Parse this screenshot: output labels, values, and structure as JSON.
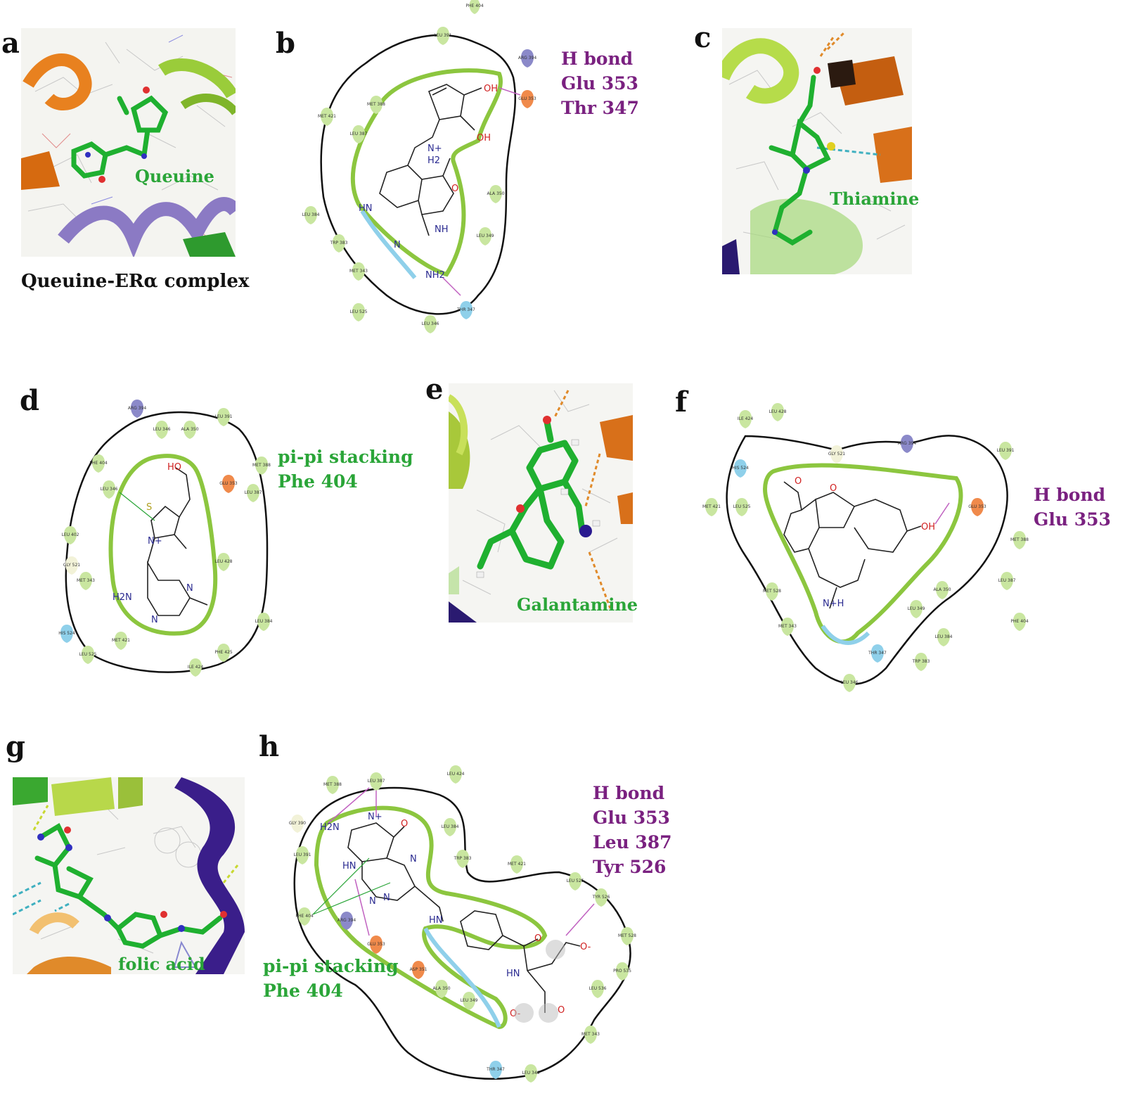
{
  "panels": {
    "a": {
      "letter": "a",
      "ligand": "Queuine",
      "caption": "Queuine-ERα complex"
    },
    "b": {
      "letter": "b",
      "interaction": [
        "H bond",
        "Glu 353",
        "Thr 347"
      ],
      "residues": [
        "PHE 404",
        "LEU 391",
        "ARG 394",
        "MET 388",
        "GLU 353",
        "MET 421",
        "LEU 387",
        "LEU 384",
        "TRP 383",
        "ALA 350",
        "LEU 349",
        "MET 343",
        "THR 347",
        "LEU 525",
        "LEU 346"
      ],
      "atoms": [
        "OH",
        "OH",
        "N+",
        "H2",
        "HN",
        "O",
        "NH",
        "N",
        "NH2"
      ]
    },
    "c": {
      "letter": "c",
      "ligand": "Thiamine"
    },
    "d": {
      "letter": "d",
      "interaction": [
        "pi-pi stacking",
        "Phe 404"
      ],
      "residues": [
        "ARG 394",
        "LEU 391",
        "LEU 346",
        "ALA 350",
        "PHE 404",
        "LEU 346",
        "GLU 353",
        "MET 388",
        "LEU 387",
        "LEU 402",
        "GLY 521",
        "MET 343",
        "LEU 428",
        "LEU 384",
        "HIS 524",
        "LEU 525",
        "MET 421",
        "PHE 425",
        "ILE 424"
      ],
      "atoms": [
        "HO",
        "S",
        "N+",
        "N",
        "H2N",
        "N"
      ]
    },
    "e": {
      "letter": "e",
      "ligand": "Galantamine"
    },
    "f": {
      "letter": "f",
      "interaction": [
        "H bond",
        "Glu 353"
      ],
      "residues": [
        "ILE 424",
        "LEU 428",
        "GLY 521",
        "ARG 394",
        "LEU 391",
        "HIS 524",
        "MET 421",
        "LEU 525",
        "GLU 353",
        "MET 388",
        "LEU 387",
        "MET 528",
        "ALA 350",
        "LEU 349",
        "PHE 404",
        "MET 343",
        "LEU 384",
        "THR 347",
        "TRP 383",
        "LEU 346"
      ],
      "atoms": [
        "O",
        "O",
        "OH",
        "N+H"
      ]
    },
    "g": {
      "letter": "g",
      "ligand": "folic acid"
    },
    "h": {
      "letter": "h",
      "interaction": [
        "H bond",
        "Glu 353",
        "Leu 387",
        "Tyr 526"
      ],
      "interaction2": [
        "pi-pi stacking",
        "Phe 404"
      ],
      "residues": [
        "LEU 424",
        "MET 388",
        "LEU 387",
        "GLY 390",
        "LEU 384",
        "LEU 391",
        "TRP 383",
        "MET 421",
        "LEU 525",
        "TYR 526",
        "PHE 404",
        "ARG 394",
        "GLU 353",
        "MET 528",
        "ASP 351",
        "PRO 535",
        "ALA 350",
        "LEU 536",
        "LEU 349",
        "MET 343",
        "THR 347",
        "LEU 346"
      ],
      "atoms": [
        "H2N",
        "N+",
        "O",
        "HN",
        "N",
        "N",
        "N",
        "HN",
        "O",
        "O-",
        "HN",
        "O-",
        "O"
      ]
    }
  },
  "colors": {
    "green_label": "#2aa538",
    "purple_label": "#7a2180",
    "pocket": "#8cc63f",
    "residue_green": "#c9e6a0",
    "glu": "#f08a4b",
    "arg": "#8b89c9",
    "thr": "#8fd0ea"
  }
}
